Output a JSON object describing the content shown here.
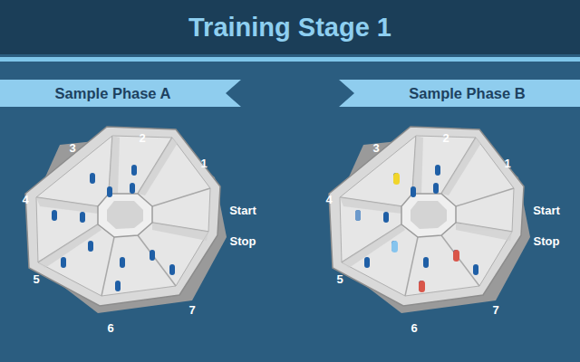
{
  "diagram": {
    "title": "Training Stage 1",
    "nodes": [
      {
        "text": [
          "Sample Phase A"
        ]
      },
      {
        "text": [
          "Sample Phase B"
        ]
      }
    ],
    "labels": [
      "2",
      "1",
      "3",
      "4",
      "Start",
      "Stop",
      "5",
      "6",
      "7",
      "2",
      "1",
      "3",
      "4",
      "Start",
      "Stop",
      "5",
      "6",
      "7"
    ]
  }
}
